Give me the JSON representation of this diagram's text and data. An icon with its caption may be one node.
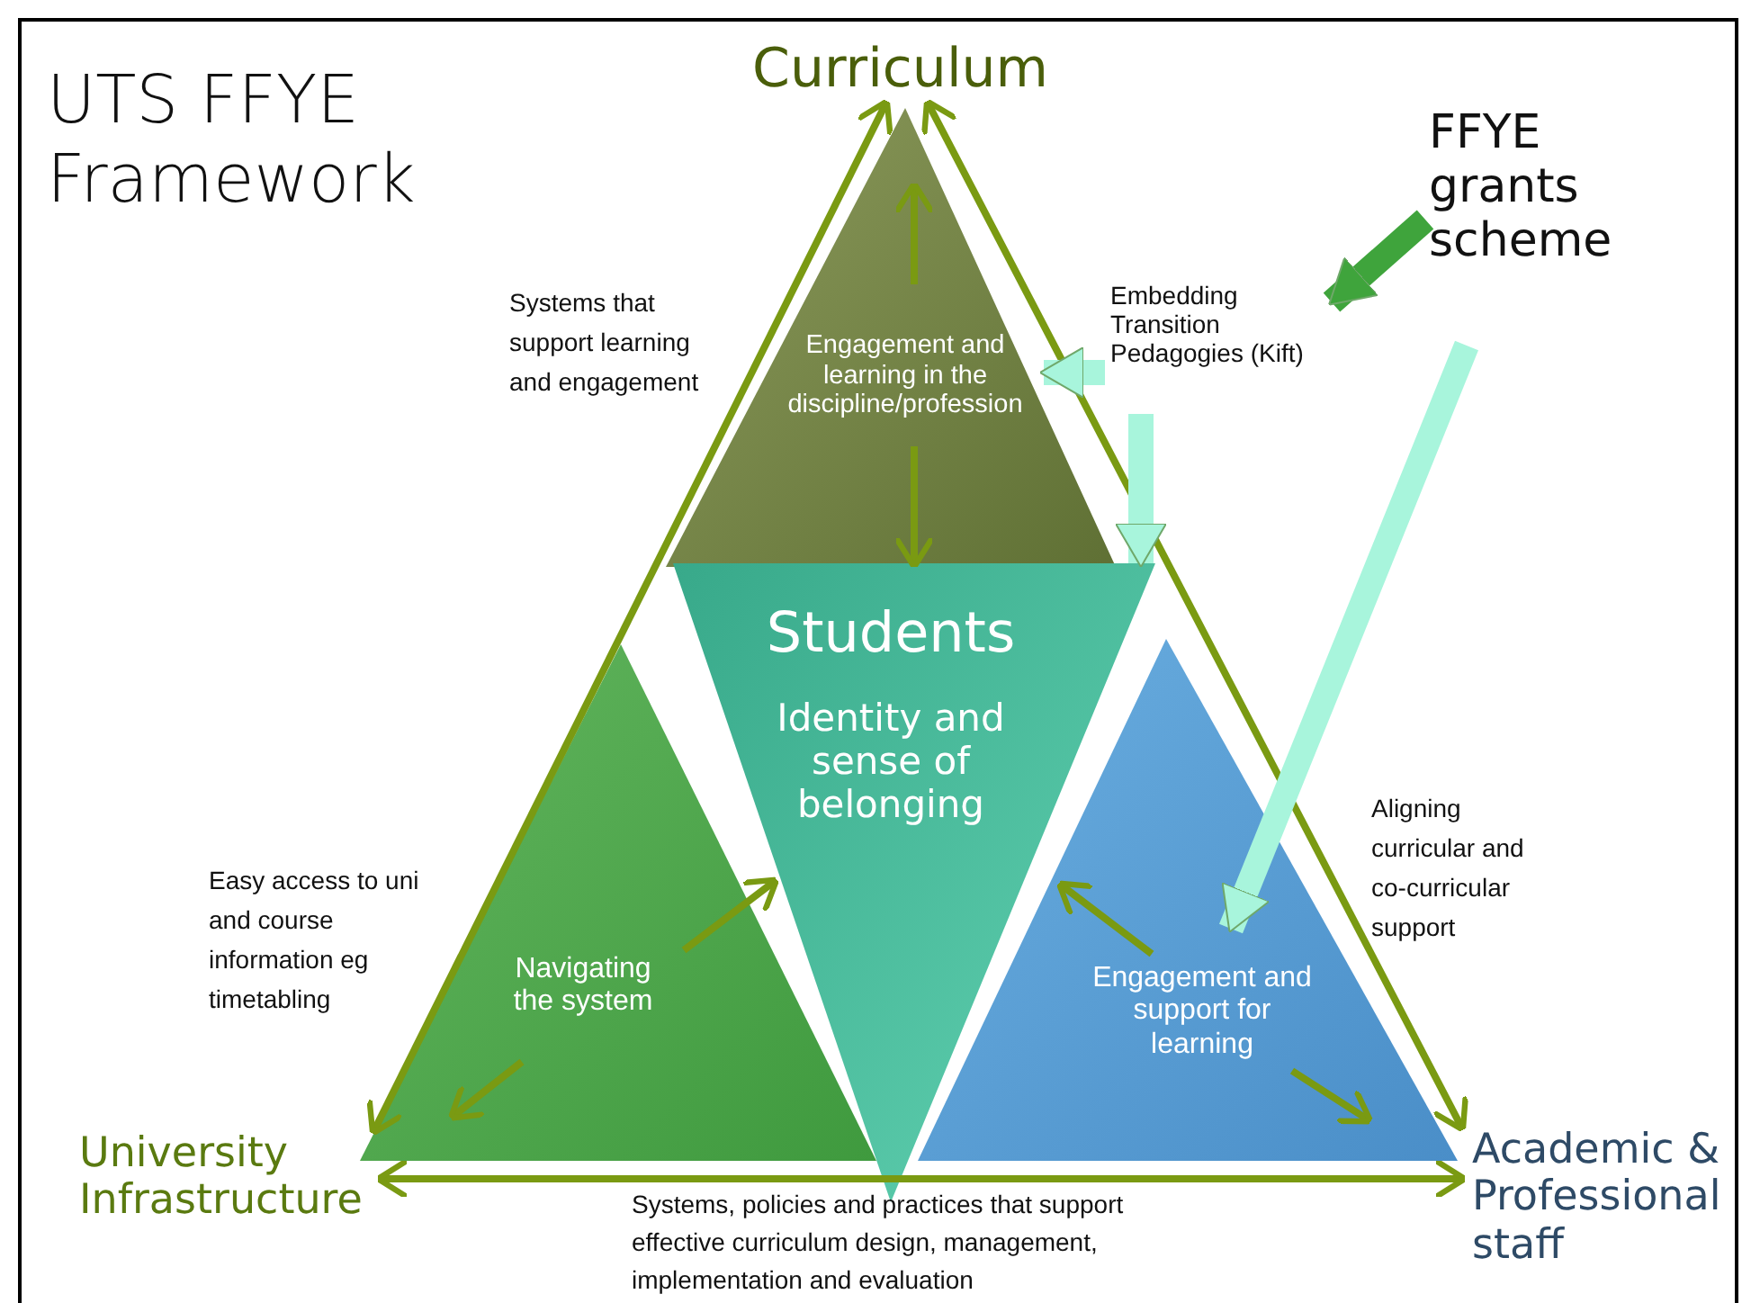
{
  "diagram": {
    "title": "UTS FFYE Framework",
    "nodes": [
      {
        "text": [
          "Curriculum"
        ]
      },
      {
        "text": [
          "University Infrastructure"
        ]
      },
      {
        "text": [
          "Academic & Professional staff"
        ]
      },
      {
        "text": [
          "Engagement and learning in the discipline/profession"
        ]
      },
      {
        "text": [
          "Navigating the system"
        ]
      },
      {
        "text": [
          "Engagement and support for learning"
        ]
      },
      {
        "text": [
          "Students",
          "Identity and sense of belonging"
        ]
      },
      {
        "text": [
          "FFYE grants scheme"
        ]
      },
      {
        "text": [
          "Embedding Transition Pedagogies (Kift)"
        ]
      }
    ],
    "edges": [
      {
        "from": 0,
        "to": 1,
        "arrow": "both"
      },
      {
        "from": 0,
        "to": 2,
        "arrow": "both"
      },
      {
        "from": 1,
        "to": 2,
        "arrow": "both"
      },
      {
        "from": 3,
        "to": 6,
        "arrow": "to"
      },
      {
        "from": 4,
        "to": 6,
        "arrow": "to"
      },
      {
        "from": 5,
        "to": 6,
        "arrow": "to"
      },
      {
        "from": 8,
        "to": 3,
        "arrow": "to",
        "style": "thick",
        "color": "#a8f5dc"
      },
      {
        "from": 8,
        "to": 6,
        "arrow": "to",
        "style": "thick",
        "color": "#a8f5dc"
      },
      {
        "from": 7,
        "to": 8,
        "arrow": "to",
        "style": "thick",
        "color": "#3fa43c"
      },
      {
        "from": 7,
        "to": 5,
        "arrow": "to",
        "style": "thick",
        "color": "#a8f5dc"
      }
    ],
    "labels": [
      "Systems that support learning and engagement",
      "Easy access to uni and course information eg timetabling",
      "Aligning curricular and co-curricular support",
      "Systems, policies and practices that support effective curriculum design, management, implementation and evaluation"
    ]
  }
}
